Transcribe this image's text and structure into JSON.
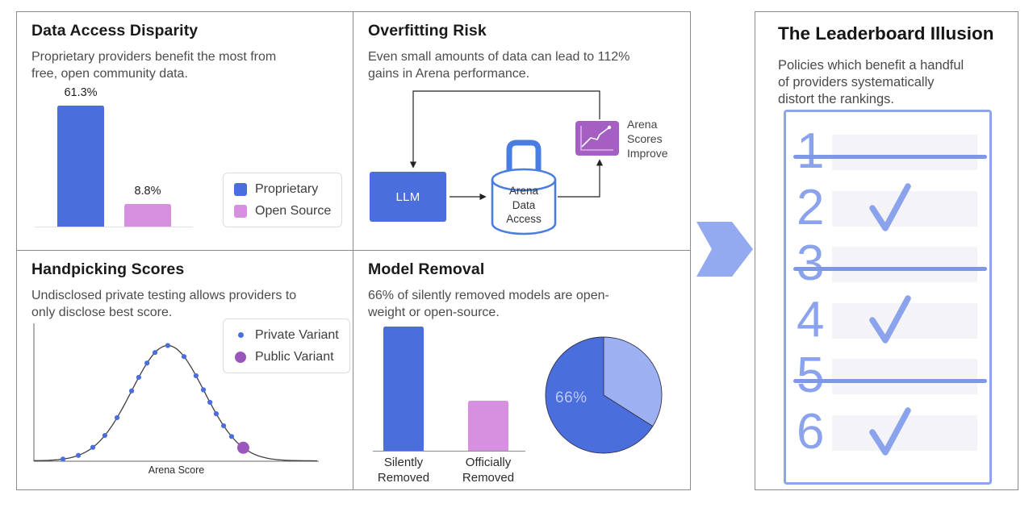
{
  "colors": {
    "blue": "#4a6edb",
    "pink": "#d78fe0",
    "purple_icon": "#a55fc2",
    "purple_dot": "#9a57bb",
    "periwinkle": "#8ba2ec",
    "pie_light": "#9db0f2",
    "text_dark": "#1a1a1a",
    "text_gray": "#4c4c4c"
  },
  "panels": {
    "data_access": {
      "title": "Data Access Disparity",
      "subtitle": "Proprietary providers benefit the most from\nfree, open community data."
    },
    "overfitting": {
      "title": "Overfitting Risk",
      "subtitle": "Even small amounts of data can lead to 112%\ngains in Arena performance.",
      "diagram": {
        "llm_label": "LLM",
        "db_label": "Arena\nData\nAccess",
        "icon_label": "Arena\nScores\nImprove"
      }
    },
    "handpicking": {
      "title": "Handpicking Scores",
      "subtitle": "Undisclosed private testing allows providers to\nonly disclose best score."
    },
    "model_removal": {
      "title": "Model Removal",
      "subtitle": "66% of silently removed models are open-\nweight or open-source."
    }
  },
  "conclusion": {
    "title": "The Leaderboard Illusion",
    "subtitle": "Policies which benefit a handful\nof providers systematically\ndistort the rankings.",
    "leaderboard": {
      "rows": [
        {
          "rank": "1",
          "status": "struck"
        },
        {
          "rank": "2",
          "status": "checked"
        },
        {
          "rank": "3",
          "status": "struck"
        },
        {
          "rank": "4",
          "status": "checked"
        },
        {
          "rank": "5",
          "status": "struck"
        },
        {
          "rank": "6",
          "status": "checked"
        }
      ]
    }
  },
  "chart_data": [
    {
      "id": "data-access-bars",
      "type": "bar",
      "categories": [
        "Proprietary",
        "Open Source"
      ],
      "values": [
        61.3,
        8.8
      ],
      "unit": "%",
      "data_labels": [
        "61.3%",
        "8.8%"
      ],
      "colors": [
        "#4a6edb",
        "#d78fe0"
      ],
      "ylim": [
        0,
        65
      ],
      "grid": false,
      "legend_position": "right",
      "legend": [
        {
          "label": "Proprietary",
          "color": "#4a6edb",
          "marker": "square",
          "size": 16
        },
        {
          "label": "Open Source",
          "color": "#d78fe0",
          "marker": "square",
          "size": 16
        }
      ]
    },
    {
      "id": "score-distribution",
      "type": "scatter",
      "xlabel": "Arena Score",
      "curve": {
        "shape": "gaussian",
        "mu": 0.47,
        "sigma": 0.127
      },
      "series": [
        {
          "name": "Private Variant",
          "color": "#4a6edb",
          "marker_size": 3.1,
          "x": [
            0.102,
            0.156,
            0.207,
            0.249,
            0.292,
            0.343,
            0.368,
            0.397,
            0.425,
            0.47,
            0.527,
            0.569,
            0.595,
            0.618,
            0.64,
            0.666,
            0.694
          ]
        },
        {
          "name": "Public Variant",
          "color": "#9a57bb",
          "marker_size": 7.5,
          "x": [
            0.735
          ]
        }
      ],
      "grid": false,
      "legend_position": "top-right",
      "legend": [
        {
          "label": "Private Variant",
          "color": "#4a6edb",
          "marker": "dot",
          "size": 7
        },
        {
          "label": "Public Variant",
          "color": "#9a57bb",
          "marker": "dot",
          "size": 14
        }
      ]
    },
    {
      "id": "removal-bars",
      "type": "bar",
      "categories": [
        "Silently\nRemoved",
        "Officially\nRemoved"
      ],
      "values": [
        1.0,
        0.4
      ],
      "unit": "relative-height",
      "colors": [
        "#4a6edb",
        "#d78fe0"
      ],
      "grid": false
    },
    {
      "id": "removal-pie",
      "type": "pie",
      "start_angle_deg": -90,
      "direction": "clockwise",
      "slices": [
        {
          "label": "",
          "value": 34,
          "color": "#9db0f2"
        },
        {
          "label": "66%",
          "value": 66,
          "color": "#4a6edb"
        }
      ]
    }
  ]
}
